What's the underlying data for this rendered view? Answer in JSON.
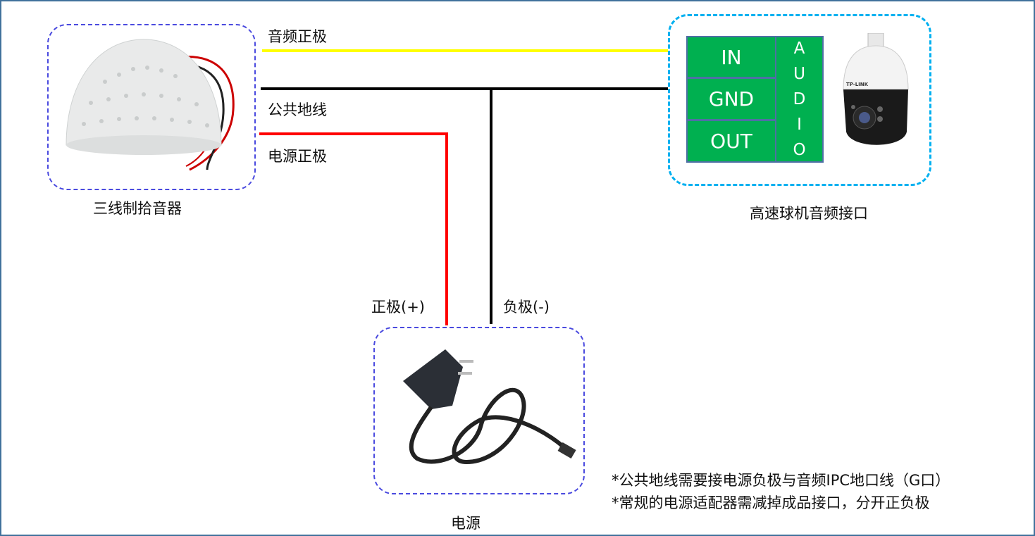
{
  "colors": {
    "frame": "#41719c",
    "audio_positive": "#ffff00",
    "ground": "#000000",
    "power_positive": "#ff0000",
    "device_box": "#4a4adf",
    "camera_box": "#00b0f0",
    "terminal": "#00b050"
  },
  "wires": {
    "audio_positive": "音频正极",
    "ground": "公共地线",
    "power_positive": "电源正极"
  },
  "microphone": {
    "label": "三线制拾音器"
  },
  "camera": {
    "label": "高速球机音频接口",
    "terminals": [
      "IN",
      "GND",
      "OUT"
    ],
    "group_letters": [
      "A",
      "U",
      "D",
      "I",
      "O"
    ],
    "brand": "TP-LINK"
  },
  "power": {
    "label": "电源",
    "positive": "正极(+)",
    "negative": "负极(-)"
  },
  "notes": [
    "*公共地线需要接电源负极与音频IPC地口线（G口）",
    "*常规的电源适配器需减掉成品接口，分开正负极"
  ]
}
